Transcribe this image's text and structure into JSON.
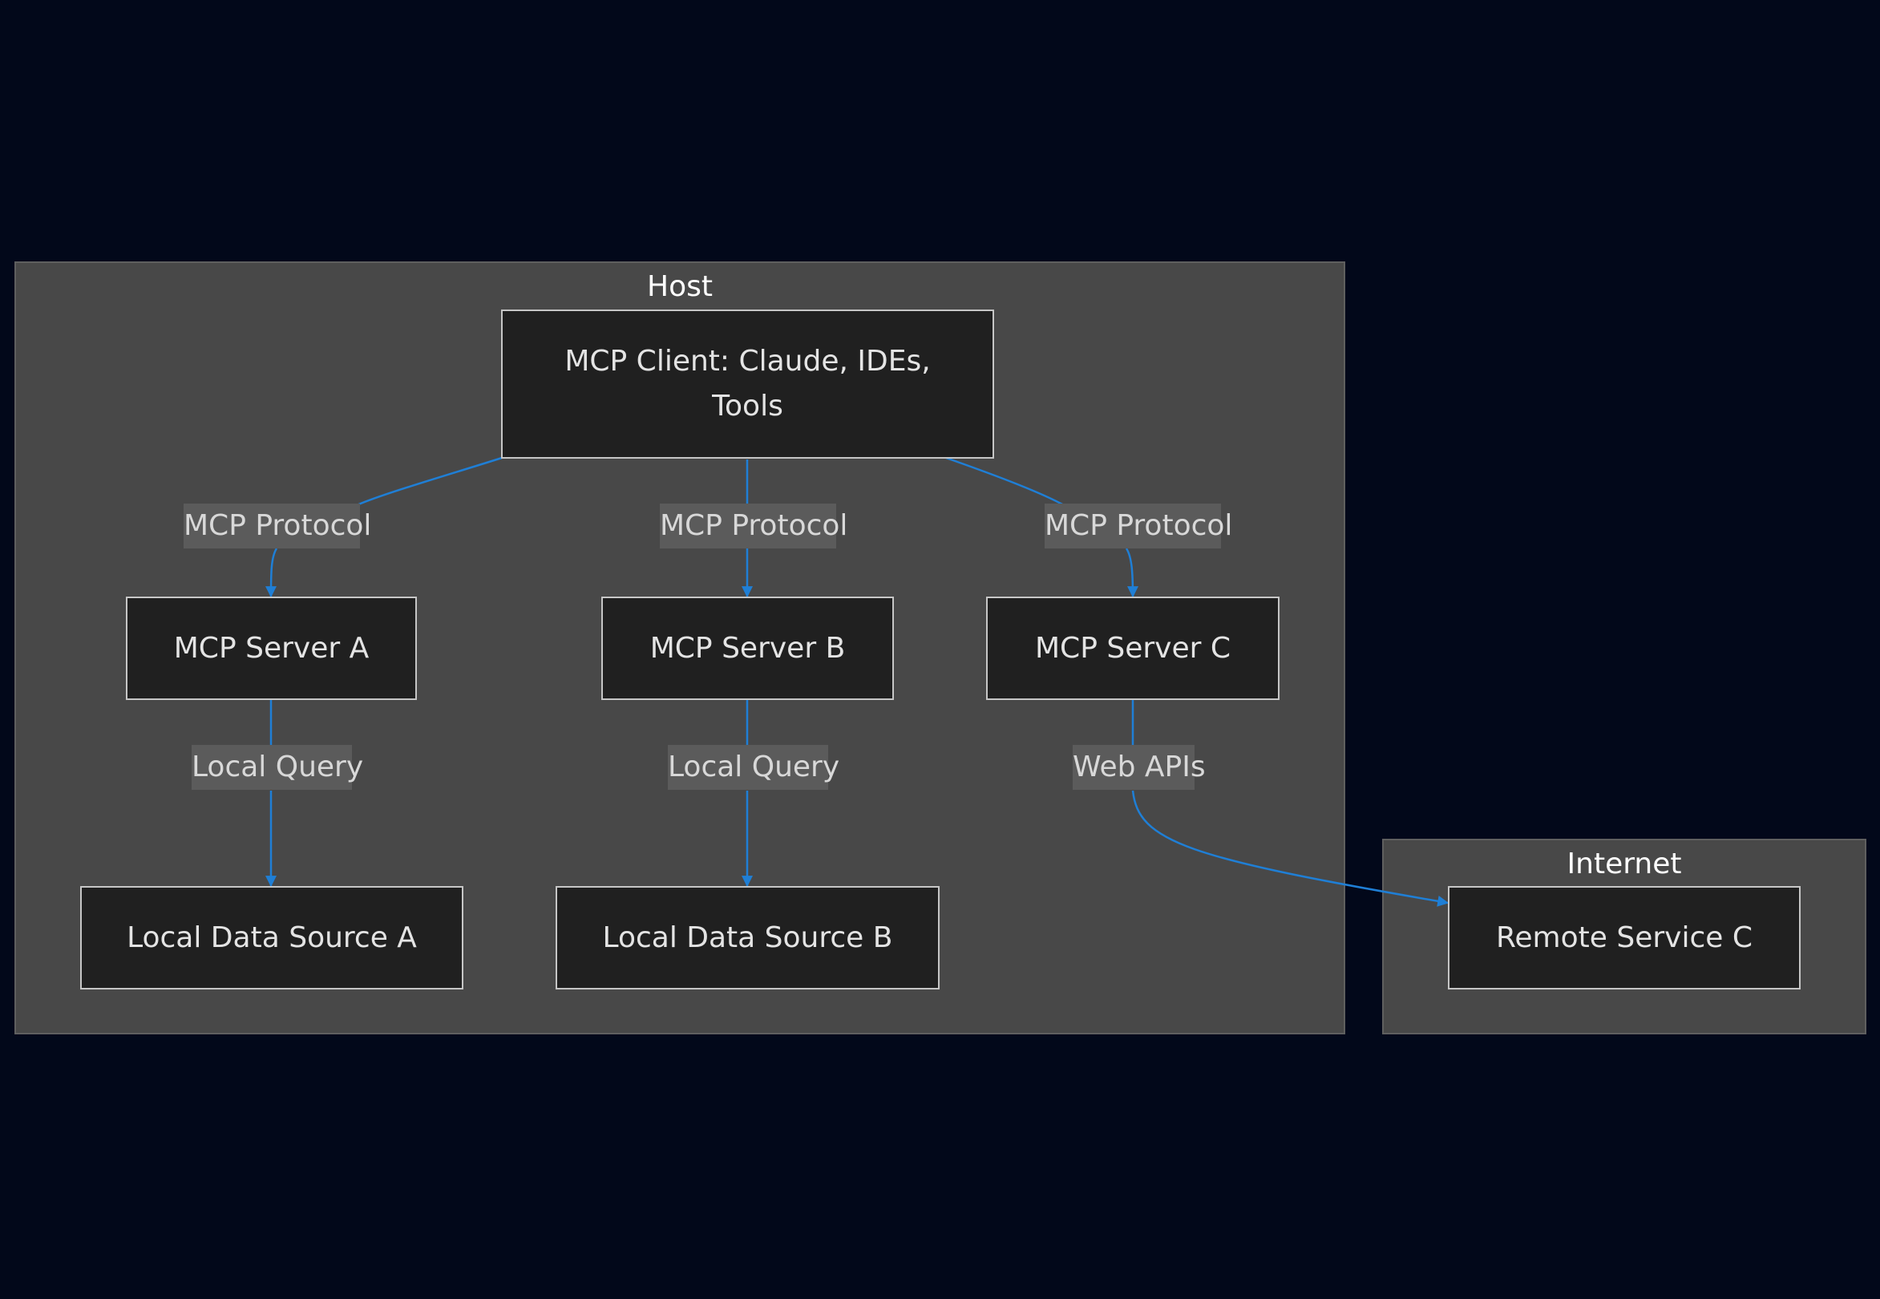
{
  "clusters": {
    "host": {
      "title": "Host"
    },
    "internet": {
      "title": "Internet"
    }
  },
  "nodes": {
    "client": "MCP Client: Claude, IDEs, Tools",
    "server_a": "MCP Server A",
    "server_b": "MCP Server B",
    "server_c": "MCP Server C",
    "source_a": "Local Data Source A",
    "source_b": "Local Data Source B",
    "remote_c": "Remote Service C"
  },
  "edges": [
    {
      "from": "client",
      "to": "server_a",
      "label": "MCP Protocol"
    },
    {
      "from": "client",
      "to": "server_b",
      "label": "MCP Protocol"
    },
    {
      "from": "client",
      "to": "server_c",
      "label": "MCP Protocol"
    },
    {
      "from": "server_a",
      "to": "source_a",
      "label": "Local Query"
    },
    {
      "from": "server_b",
      "to": "source_b",
      "label": "Local Query"
    },
    {
      "from": "server_c",
      "to": "remote_c",
      "label": "Web APIs"
    }
  ],
  "colors": {
    "background": "#02081a",
    "cluster_fill": "#484848",
    "node_fill": "#202020",
    "edge": "#1f7fd6"
  }
}
